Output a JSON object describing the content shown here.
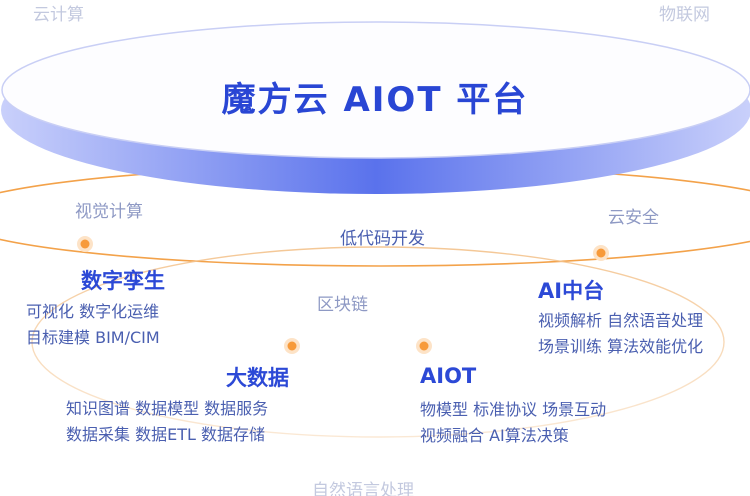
{
  "corner_labels": {
    "top_left": "云计算",
    "top_right": "物联网",
    "bottom": "自然语言处理"
  },
  "platform_title": "魔方云 AIOT 平台",
  "ring_labels": {
    "left": "视觉计算",
    "right": "云安全",
    "center": "低代码开发",
    "inner": "区块链"
  },
  "nodes": {
    "digital_twin": {
      "title": "数字孪生",
      "lines": [
        "可视化  数字化运维",
        "目标建模  BIM/CIM"
      ]
    },
    "ai_center": {
      "title": "AI中台",
      "lines": [
        "视频解析  自然语音处理",
        "场景训练  算法效能优化"
      ]
    },
    "big_data": {
      "title": "大数据",
      "lines": [
        "知识图谱  数据模型  数据服务",
        "数据采集  数据ETL  数据存储"
      ]
    },
    "aiot": {
      "title": "AIOT",
      "lines": [
        "物模型  标准协议  场景互动",
        "视频融合  AI算法决策"
      ]
    }
  },
  "colors": {
    "accent_blue": "#2c49d6",
    "orange_ring": "#f3a24a",
    "node_dot": "#f79a3a"
  }
}
